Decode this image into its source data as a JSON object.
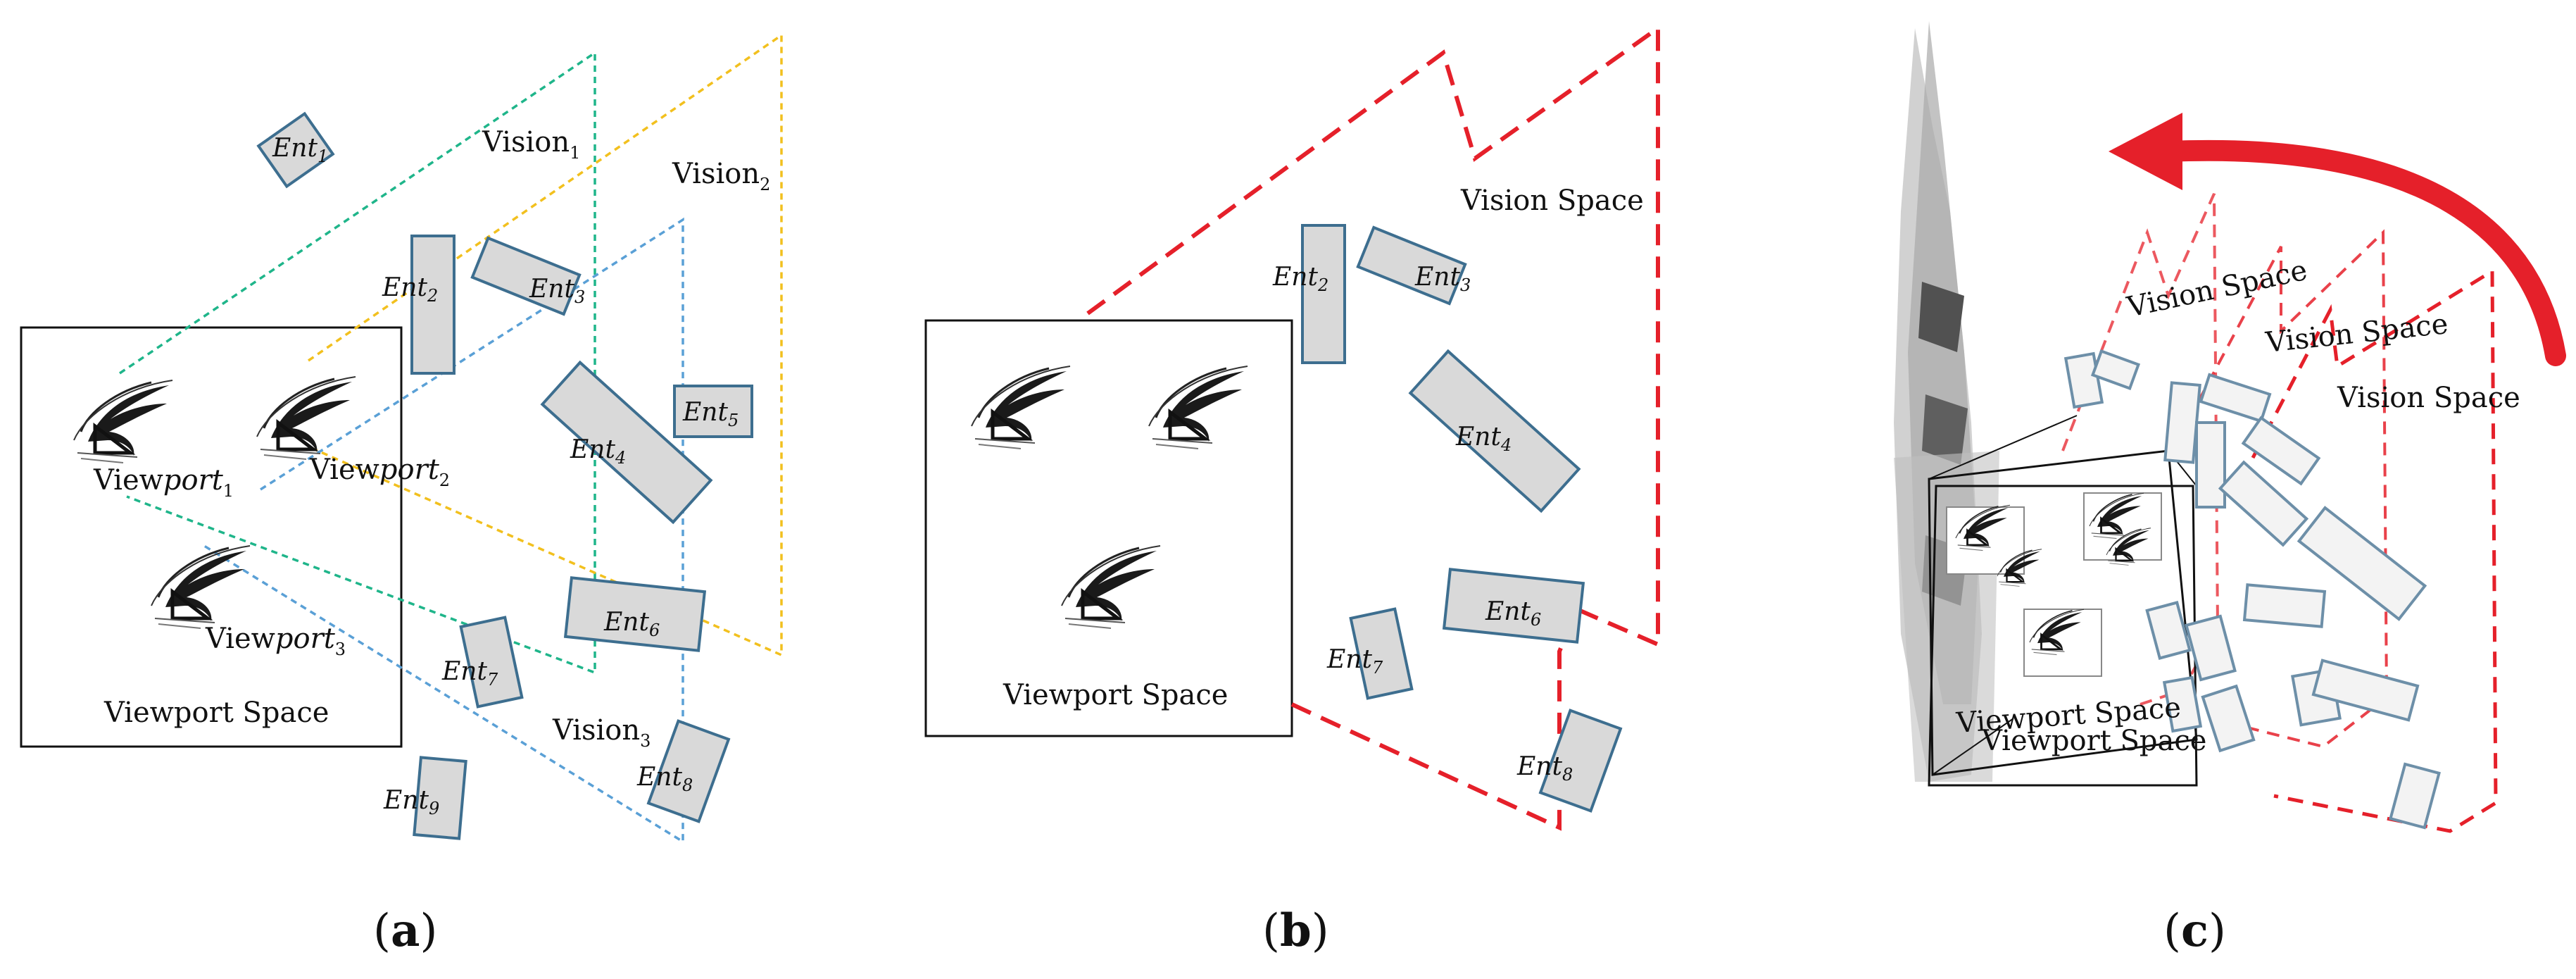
{
  "colors": {
    "vision1": "#1fb58a",
    "vision2": "#f2c01e",
    "vision3": "#5aa0d6",
    "vision_space": "#e5202a",
    "entity_fill": "#d9d9d9",
    "entity_stroke": "#3d6e8f"
  },
  "icons": {
    "viewport_marker": "eye-shaped-viewpoint-icon",
    "rotation_arrow": "curved-arrow-icon"
  },
  "panel_a": {
    "caption_open": "(",
    "caption_letter": "a",
    "caption_close": ")",
    "viewport_space": "Viewport Space",
    "visions": [
      {
        "base": "Vision",
        "sub": "1"
      },
      {
        "base": "Vision",
        "sub": "2"
      },
      {
        "base": "Vision",
        "sub": "3"
      }
    ],
    "viewports": [
      {
        "base": "View",
        "italic": "port",
        "sub": "1"
      },
      {
        "base": "View",
        "italic": "port",
        "sub": "2"
      },
      {
        "base": "View",
        "italic": "port",
        "sub": "3"
      }
    ],
    "entities": [
      {
        "base": "Ent",
        "sub": "1"
      },
      {
        "base": "Ent",
        "sub": "2"
      },
      {
        "base": "Ent",
        "sub": "3"
      },
      {
        "base": "Ent",
        "sub": "4"
      },
      {
        "base": "Ent",
        "sub": "5"
      },
      {
        "base": "Ent",
        "sub": "6"
      },
      {
        "base": "Ent",
        "sub": "7"
      },
      {
        "base": "Ent",
        "sub": "8"
      },
      {
        "base": "Ent",
        "sub": "9"
      }
    ]
  },
  "panel_b": {
    "caption_open": "(",
    "caption_letter": "b",
    "caption_close": ")",
    "viewport_space": "Viewport Space",
    "vision_space": "Vision Space",
    "entities": [
      {
        "base": "Ent",
        "sub": "2"
      },
      {
        "base": "Ent",
        "sub": "3"
      },
      {
        "base": "Ent",
        "sub": "4"
      },
      {
        "base": "Ent",
        "sub": "6"
      },
      {
        "base": "Ent",
        "sub": "7"
      },
      {
        "base": "Ent",
        "sub": "8"
      }
    ]
  },
  "panel_c": {
    "caption_open": "(",
    "caption_letter": "c",
    "caption_close": ")",
    "viewport_space_1": "Viewport Space",
    "viewport_space_2": "Viewport Space",
    "vision_space_1": "Vision Space",
    "vision_space_2": "Vision Space",
    "vision_space_3": "Vision Space"
  }
}
